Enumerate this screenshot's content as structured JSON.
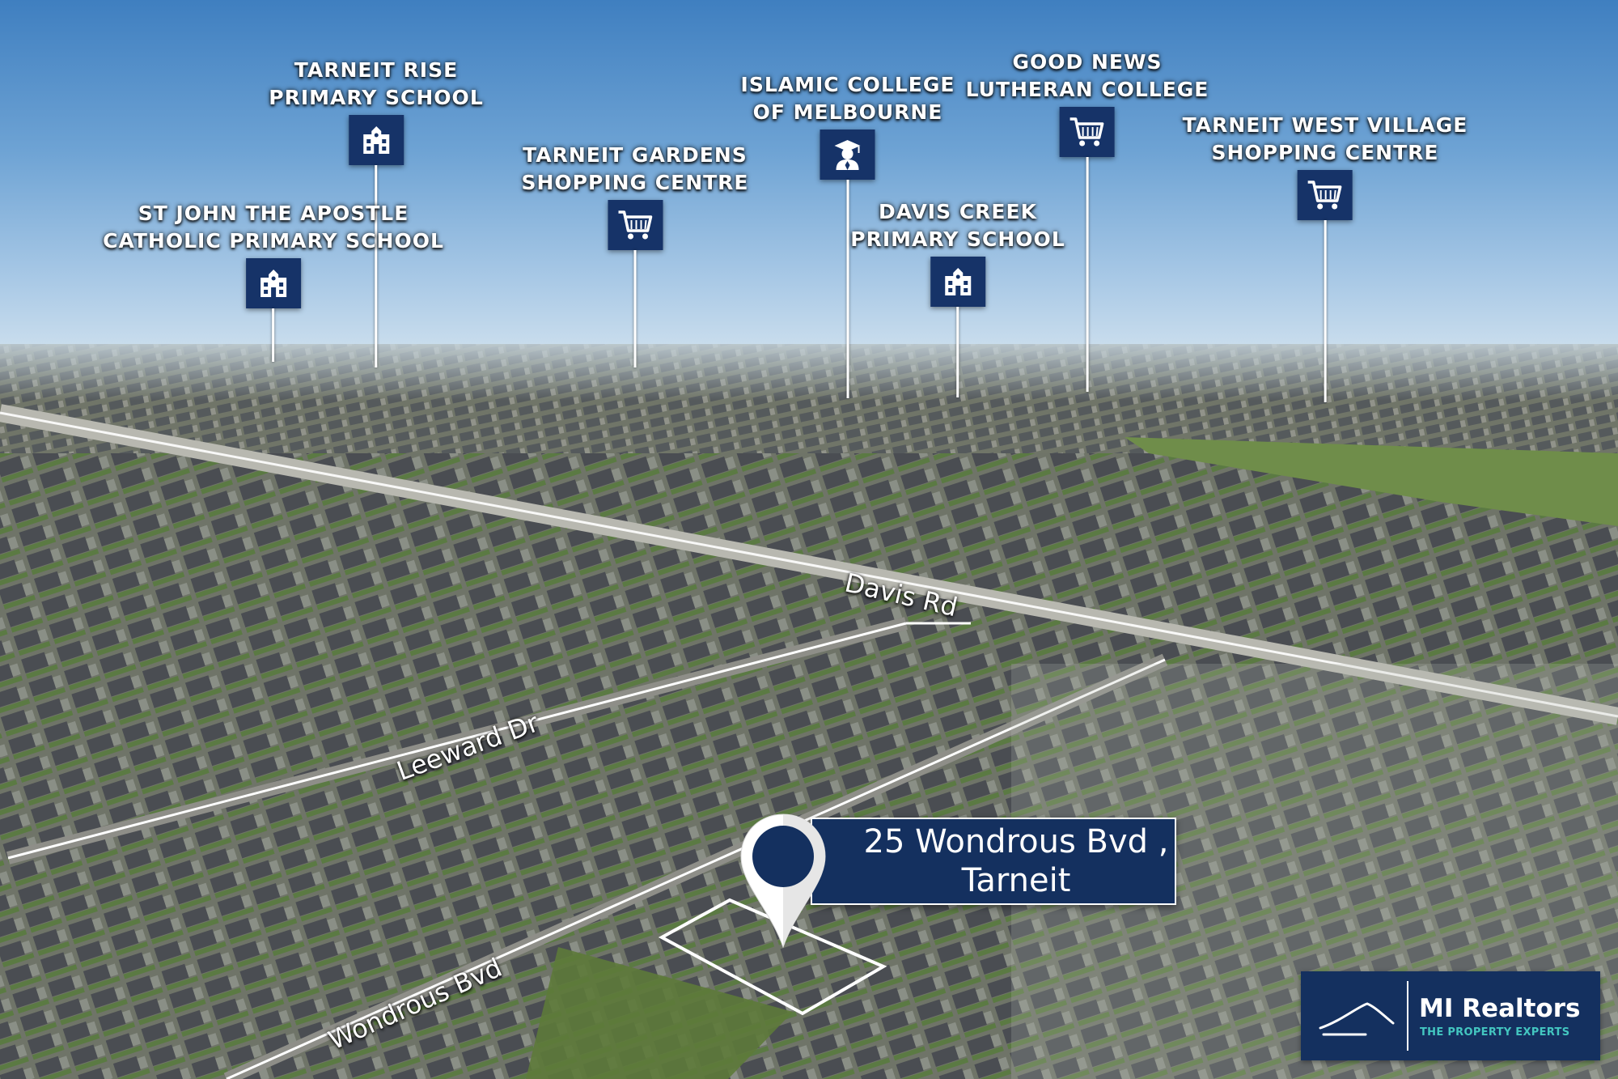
{
  "map": {
    "points_of_interest": [
      {
        "label": "TARNEIT RISE\nPRIMARY SCHOOL",
        "icon": "school-icon"
      },
      {
        "label": "ST JOHN THE APOSTLE\nCATHOLIC PRIMARY SCHOOL",
        "icon": "school-icon"
      },
      {
        "label": "TARNEIT GARDENS\nSHOPPING CENTRE",
        "icon": "shopping-cart-icon"
      },
      {
        "label": "ISLAMIC COLLEGE\nOF MELBOURNE",
        "icon": "graduate-icon"
      },
      {
        "label": "DAVIS CREEK\nPRIMARY SCHOOL",
        "icon": "school-icon"
      },
      {
        "label": "GOOD NEWS\nLUTHERAN COLLEGE",
        "icon": "shopping-cart-icon"
      },
      {
        "label": "TARNEIT WEST VILLAGE\nSHOPPING CENTRE",
        "icon": "shopping-cart-icon"
      }
    ],
    "roads": {
      "davis": "Davis Rd",
      "leeward": "Leeward Dr",
      "wondrous": "Wondrous Bvd"
    },
    "property": {
      "address_line1": "25 Wondrous Bvd ,",
      "address_line2": "Tarneit",
      "marker_icon": "location-pin-icon"
    }
  },
  "branding": {
    "name": "MI Realtors",
    "tagline": "THE PROPERTY EXPERTS",
    "logo_icon": "roof-icon"
  },
  "colors": {
    "navy": "#14305f",
    "teal": "#43c6c0",
    "white": "#ffffff"
  }
}
